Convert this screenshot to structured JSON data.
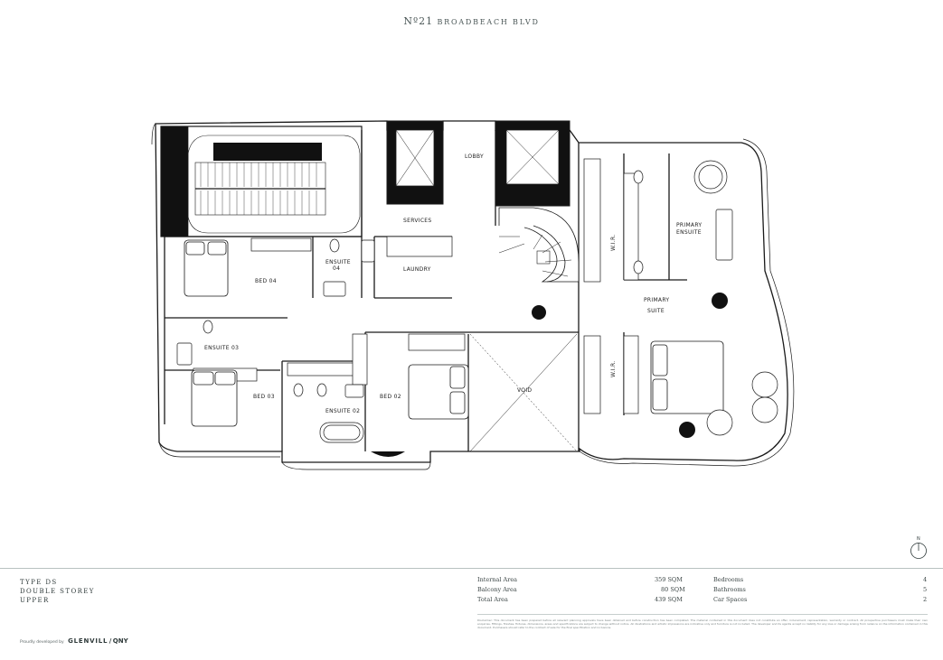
{
  "header": {
    "number": "Nº21",
    "street": "BROADBEACH BLVD"
  },
  "rooms": {
    "lobby": "LOBBY",
    "services": "SERVICES",
    "laundry": "LAUNDRY",
    "ensuite_04": "ENSUITE",
    "ensuite_04_num": "04",
    "bed_04": "BED 04",
    "ensuite_03": "ENSUITE 03",
    "bed_03": "BED 03",
    "ensuite_02": "ENSUITE 02",
    "bed_02": "BED 02",
    "void": "VOID",
    "wir_1": "W.I.R.",
    "wir_2": "W.I.R.",
    "primary_ensuite_1": "PRIMARY",
    "primary_ensuite_2": "ENSUITE",
    "primary_suite_1": "PRIMARY",
    "primary_suite_2": "SUITE"
  },
  "compass": {
    "label": "N"
  },
  "type": {
    "line1": "TYPE DS",
    "line2": "DOUBLE STOREY",
    "line3": "UPPER"
  },
  "areas": {
    "internal_label": "Internal Area",
    "internal_value": "359 SQM",
    "balcony_label": "Balcony Area",
    "balcony_value": "80 SQM",
    "total_label": "Total Area",
    "total_value": "439 SQM"
  },
  "counts": {
    "bedrooms_label": "Bedrooms",
    "bedrooms_value": "4",
    "bathrooms_label": "Bathrooms",
    "bathrooms_value": "5",
    "car_label": "Car Spaces",
    "car_value": "2"
  },
  "disclaimer": "Disclaimer: This document has been prepared before all relevant planning approvals have been obtained and before construction has been completed. The material contained in this document does not constitute an offer, inducement, representation, warranty or contract. All prospective purchasers must make their own enquiries. Fittings, finishes, fixtures, dimensions, areas and specifications are subject to change without notice. All illustrations and artistic impressions are indicative only and furniture is not included. The developer and its agents accept no liability for any loss or damage arising from reliance on the information contained in this document. Purchasers should refer to the contract of sale for the final specification and inclusions.",
  "footer": {
    "developed_by": "Proudly developed by",
    "brand1": "GLENVILL",
    "separator": "/",
    "brand2": "QNY"
  }
}
